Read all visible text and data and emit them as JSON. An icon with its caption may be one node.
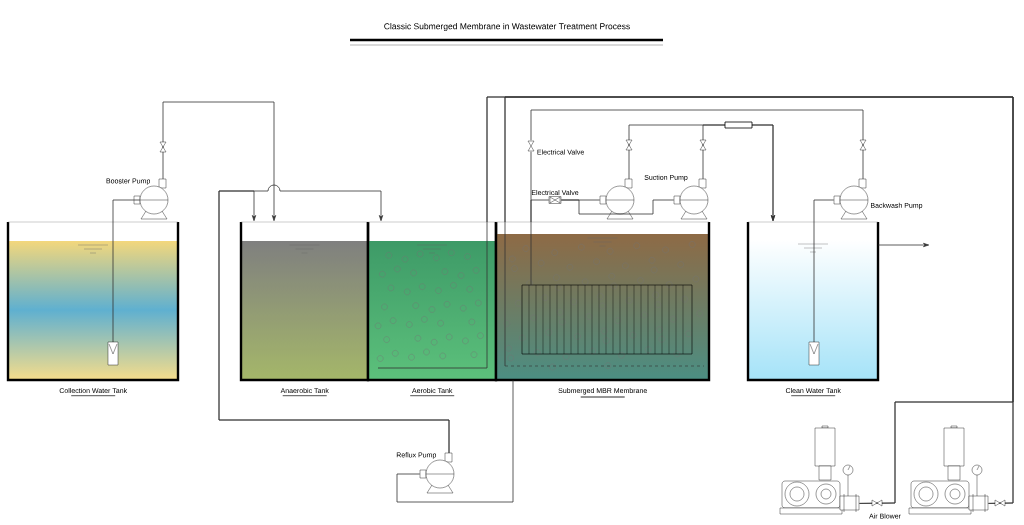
{
  "diagram": {
    "title": "Classic Submerged Membrane in Wastewater Treatment Process",
    "nodes": [
      {
        "text": [
          "Collection Water Tank"
        ]
      },
      {
        "text": [
          "Booster Pump"
        ]
      },
      {
        "text": [
          "Anaerobic Tank"
        ]
      },
      {
        "text": [
          "Aerobic Tank"
        ]
      },
      {
        "text": [
          "Submerged MBR Membrane"
        ]
      },
      {
        "text": [
          "Electrical Valve"
        ]
      },
      {
        "text": [
          "Electrical Valve"
        ]
      },
      {
        "text": [],
        "shape": "circle"
      },
      {
        "text": [],
        "shape": "circle"
      },
      {
        "text": [
          "Backwash Pump"
        ]
      },
      {
        "text": [
          "Clean Water Tank"
        ]
      },
      {
        "text": [
          "Reflux Pump"
        ]
      },
      {
        "text": [],
        "shape": "picture"
      },
      {
        "text": [],
        "shape": "picture"
      }
    ],
    "edges": [
      {
        "from": 0,
        "to": 1,
        "arrow": "none"
      },
      {
        "from": 1,
        "to": 2,
        "arrow": "to"
      },
      {
        "from": 11,
        "to": 2,
        "arrow": "to"
      },
      {
        "from": 11,
        "to": 3,
        "arrow": "to"
      },
      {
        "from": 4,
        "to": 11,
        "arrow": "none"
      },
      {
        "from": 4,
        "to": 5,
        "arrow": "none"
      },
      {
        "from": 5,
        "to": 9,
        "arrow": "none"
      },
      {
        "from": 4,
        "to": 6,
        "arrow": "none"
      },
      {
        "from": 6,
        "to": 7,
        "arrow": "none"
      },
      {
        "from": 6,
        "to": 8,
        "arrow": "none"
      },
      {
        "from": 7,
        "to": 10,
        "arrow": "to"
      },
      {
        "from": 8,
        "to": 10,
        "arrow": "to"
      },
      {
        "from": 10,
        "to": 9,
        "arrow": "none"
      },
      {
        "from": 10,
        "to": null,
        "arrow": "to"
      },
      {
        "from": 12,
        "to": 3,
        "arrow": "none"
      },
      {
        "from": 12,
        "to": 4,
        "arrow": "none"
      },
      {
        "from": 13,
        "to": 3,
        "arrow": "none"
      },
      {
        "from": 13,
        "to": 4,
        "arrow": "none"
      }
    ],
    "labels": [
      "Suction Pump",
      "Air Blower"
    ]
  }
}
